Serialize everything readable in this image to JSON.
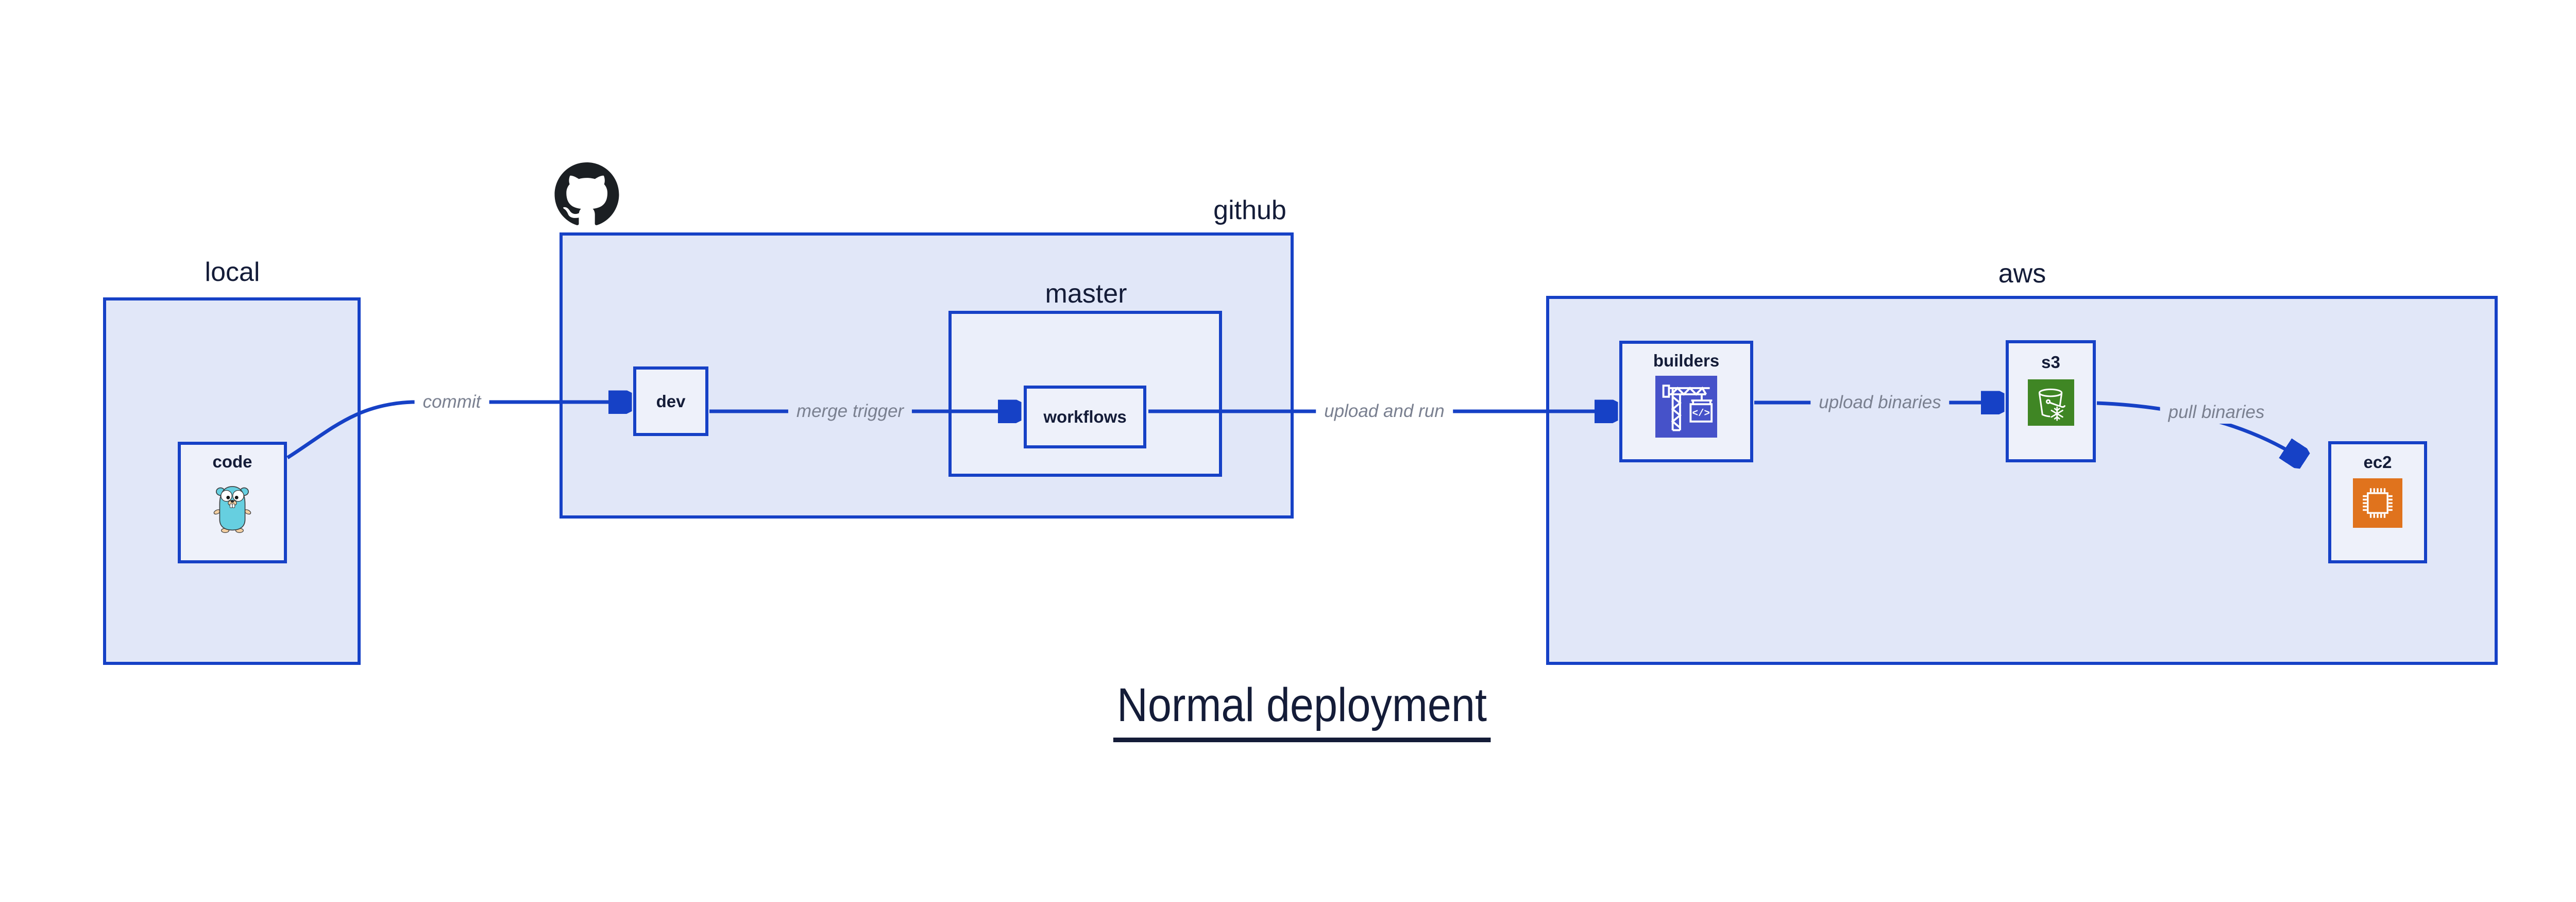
{
  "title": {
    "text": "Normal deployment"
  },
  "containers": [
    {
      "id": "local",
      "label": "local"
    },
    {
      "id": "github",
      "label": "github",
      "logo_icon": "github-octocat-icon"
    },
    {
      "id": "master",
      "label": "master"
    },
    {
      "id": "aws",
      "label": "aws"
    }
  ],
  "nodes": [
    {
      "id": "code",
      "label": "code",
      "icon": "go-gopher-icon",
      "container": "local"
    },
    {
      "id": "dev",
      "label": "dev",
      "container": "github"
    },
    {
      "id": "workflows",
      "label": "workflows",
      "container": "master"
    },
    {
      "id": "builders",
      "label": "builders",
      "icon": "codebuild-crane-icon",
      "container": "aws"
    },
    {
      "id": "s3",
      "label": "s3",
      "icon": "s3-glacier-bucket-icon",
      "container": "aws"
    },
    {
      "id": "ec2",
      "label": "ec2",
      "icon": "ec2-chip-icon",
      "container": "aws"
    }
  ],
  "edges": [
    {
      "from": "code",
      "to": "dev",
      "label": "commit"
    },
    {
      "from": "dev",
      "to": "workflows",
      "label": "merge trigger"
    },
    {
      "from": "workflows",
      "to": "builders",
      "label": "upload and run"
    },
    {
      "from": "builders",
      "to": "s3",
      "label": "upload binaries"
    },
    {
      "from": "s3",
      "to": "ec2",
      "label": "pull binaries"
    }
  ],
  "colors": {
    "accent_blue": "#1641C6",
    "container_fill": "#E1E7F8",
    "master_fill": "#EBEFFA",
    "node_fill": "#EEF1FA",
    "text_dark": "#141C38",
    "edge_label_gray": "#7A8090",
    "codebuild_icon_bg": "#4652C9",
    "s3_icon_bg": "#3F8624",
    "ec2_icon_bg": "#E0731D",
    "github_logo_black": "#1B1F23",
    "gopher_teal": "#66CFE0"
  }
}
